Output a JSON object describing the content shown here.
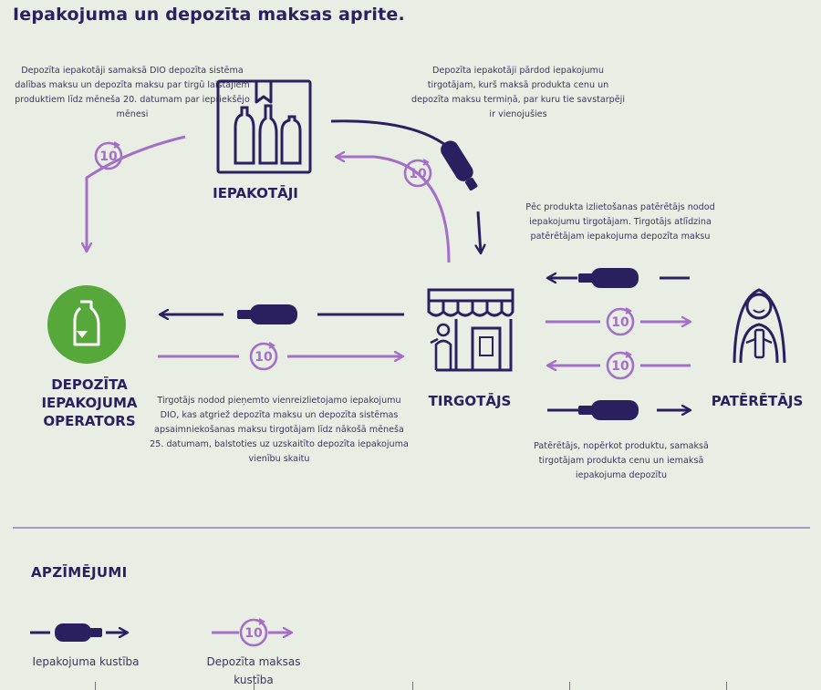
{
  "title": "Iepakojuma un depozīta maksas aprite.",
  "nodes": {
    "packers": "IEPAKOTĀJI",
    "operator": "DEPOZĪTA IEPAKOJUMA OPERATORS",
    "retailer": "TIRGOTĀJS",
    "consumer": "PATĒRĒTĀJS"
  },
  "notes": {
    "packers_fee": "Depozīta iepakotāji samaksā DIO depozīta sistēma dalības maksu un depozīta maksu par tirgū laistajiem produktiem līdz mēneša 20. datumam par iepriekšējo mēnesi",
    "packers_sell": "Depozīta iepakotāji pārdod iepakojumu tirgotājam, kurš maksā produkta cenu un depozīta maksu termiņā, par kuru tie savstarpēji ir vienojušies",
    "consumer_return": "Pēc produkta izlietošanas patērētājs nodod iepakojumu tirgotājam. Tirgotājs atlīdzina patērētājam iepakojuma depozīta maksu",
    "retailer_to_operator": "Tirgotājs nodod pieņemto vienreizlietojamo iepakojumu  DIO, kas atgriež depozīta maksu un depozīta sistēmas apsaimniekošanas maksu tirgotājam līdz nākošā mēneša 25. datumam, balstoties uz uzskaitīto depozīta iepakojuma vienību skaitu",
    "consumer_buy": "Patērētājs, nopērkot produktu, samaksā tirgotājam produkta cenu un iemaksā iepakojuma depozītu"
  },
  "coin_value": "10",
  "legend": {
    "title": "APZĪMĒJUMI",
    "package_movement": "Iepakojuma kustība",
    "deposit_movement": "Depozīta maksas kustība"
  },
  "colors": {
    "navy": "#2a2060",
    "purple": "#a46fc6",
    "green": "#56a83a",
    "background": "#e8eee3"
  }
}
